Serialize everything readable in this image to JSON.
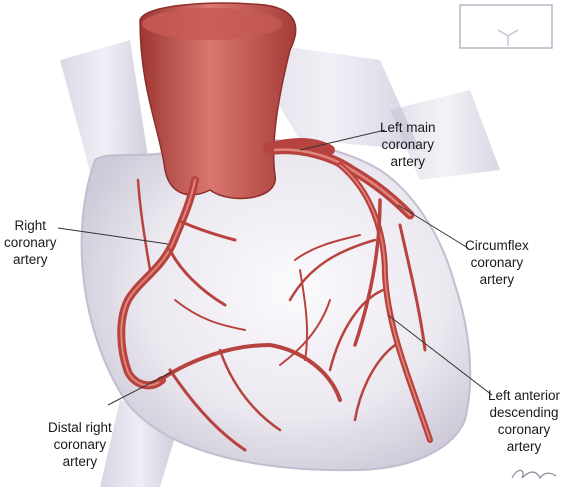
{
  "labels": {
    "left_main": [
      "Left main",
      "coronary",
      "artery"
    ],
    "right": [
      "Right",
      "coronary",
      "artery"
    ],
    "circumflex": [
      "Circumflex",
      "coronary",
      "artery"
    ],
    "distal_right": [
      "Distal right",
      "coronary",
      "artery"
    ],
    "lad": [
      "Left anterior",
      "descending",
      "coronary",
      "artery"
    ]
  },
  "colors": {
    "artery": "#b8433e",
    "artery_highlight": "#e0857c",
    "heart": "#ece9f1",
    "heart_shadow": "#c9c4d2",
    "vessel": "#a9a5bf",
    "leader": "#333333"
  }
}
